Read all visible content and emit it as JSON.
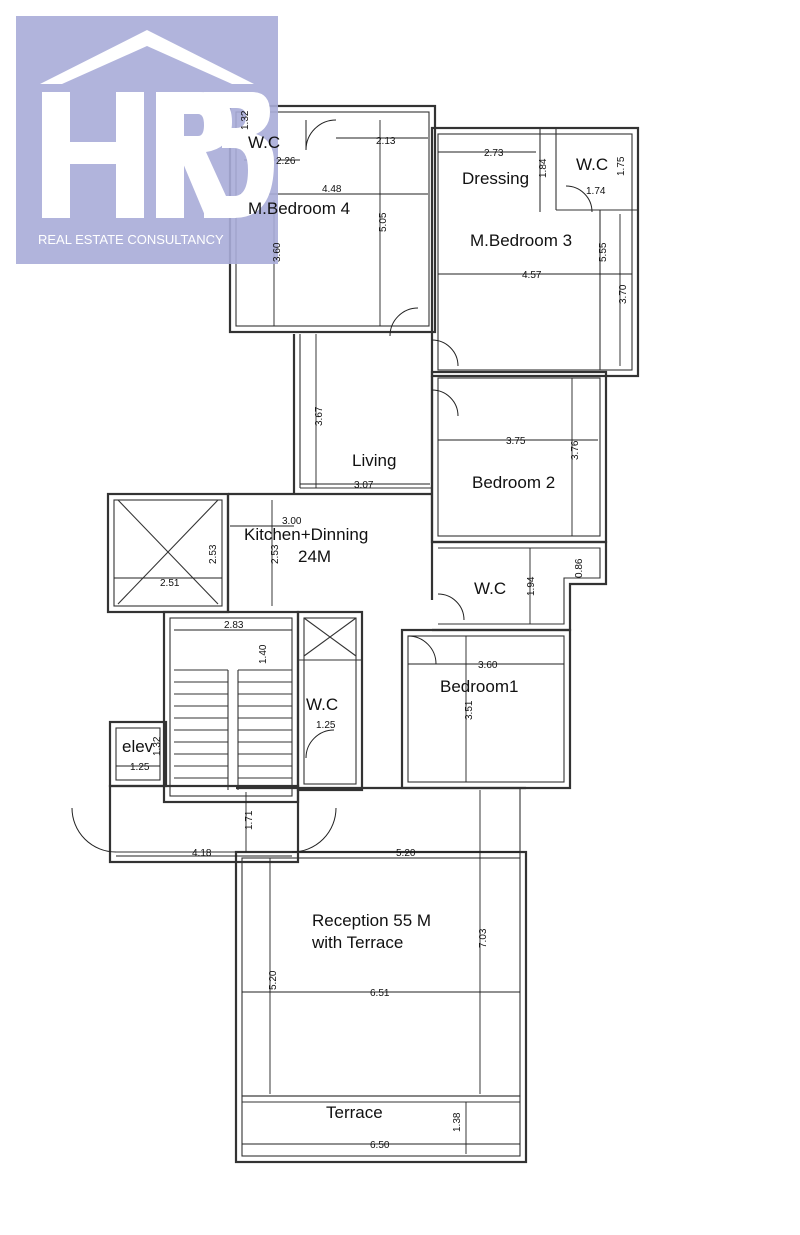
{
  "logo": {
    "letters": "HR3",
    "tagline": "REAL ESTATE CONSULTANCY",
    "bg_color": "#a9acd8"
  },
  "rooms": [
    {
      "id": "wc-1",
      "label": "W.C"
    },
    {
      "id": "mbed4",
      "label": "M.Bedroom 4"
    },
    {
      "id": "dressing",
      "label": "Dressing"
    },
    {
      "id": "wc-2",
      "label": "W.C"
    },
    {
      "id": "mbed3",
      "label": "M.Bedroom 3"
    },
    {
      "id": "living",
      "label": "Living"
    },
    {
      "id": "bed2",
      "label": "Bedroom 2"
    },
    {
      "id": "kitchen",
      "label": "Kitchen+Dinning"
    },
    {
      "id": "kitchen-area",
      "label": "24M"
    },
    {
      "id": "wc-3",
      "label": "W.C"
    },
    {
      "id": "bed1",
      "label": "Bedroom1"
    },
    {
      "id": "wc-4",
      "label": "W.C"
    },
    {
      "id": "elev",
      "label": "elev"
    },
    {
      "id": "reception",
      "label": "Reception 55 M"
    },
    {
      "id": "reception-2",
      "label": "with Terrace"
    },
    {
      "id": "terrace",
      "label": "Terrace"
    }
  ],
  "dimensions": [
    "1.32",
    "2.26",
    "2.13",
    "4.48",
    "5.05",
    "3.60",
    "2.73",
    "1.84",
    "1.75",
    "1.74",
    "5.55",
    "4.57",
    "3.70",
    "3.67",
    "3.07",
    "3.75",
    "3.76",
    "3.00",
    "2.53",
    "2.53",
    "2.51",
    "1.94",
    "0.86",
    "2.83",
    "1.40",
    "3.60",
    "3.51",
    "1.25",
    "1.32",
    "1.25",
    "1.71",
    "4.18",
    "5.20",
    "7.03",
    "5.20",
    "6.51",
    "1.38",
    "6.50"
  ]
}
